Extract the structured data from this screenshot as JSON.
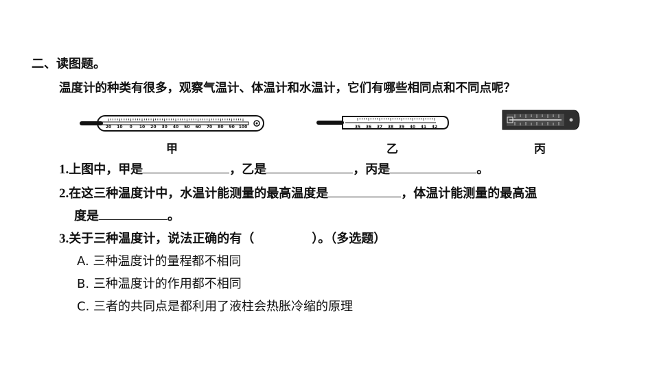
{
  "section_title": "二、读图题。",
  "intro": "温度计的种类有很多，观察气温计、体温计和水温计，它们有哪些相同点和不同点呢？",
  "figures": {
    "jia": {
      "label": "甲",
      "ticks": [
        "20",
        "10",
        "0",
        "10",
        "20",
        "30",
        "40",
        "50",
        "60",
        "70",
        "80",
        "90",
        "100"
      ]
    },
    "yi": {
      "label": "乙",
      "ticks": [
        "35",
        "36",
        "37",
        "38",
        "39",
        "40",
        "41",
        "42"
      ]
    },
    "bing": {
      "label": "丙"
    }
  },
  "q1": {
    "num": "1.",
    "t1": "上图中，甲是",
    "t2": "，乙是",
    "t3": "，丙是",
    "t4": "。"
  },
  "q2": {
    "num": "2.",
    "t1": "在这三种温度计中，水温计能测量的最高温度是",
    "t2": "，体温计能测量的最高温",
    "t3": "度是",
    "t4": "。"
  },
  "q3": {
    "num": "3.",
    "t1": "关于三种温度计，说法正确的有（",
    "t2": "）。（多选题）"
  },
  "options": [
    {
      "label": "A.",
      "text": "三种温度计的量程都不相同"
    },
    {
      "label": "B.",
      "text": "三种温度计的作用都不相同"
    },
    {
      "label": "C.",
      "text": "三者的共同点是都利用了液柱会热胀冷缩的原理"
    }
  ]
}
